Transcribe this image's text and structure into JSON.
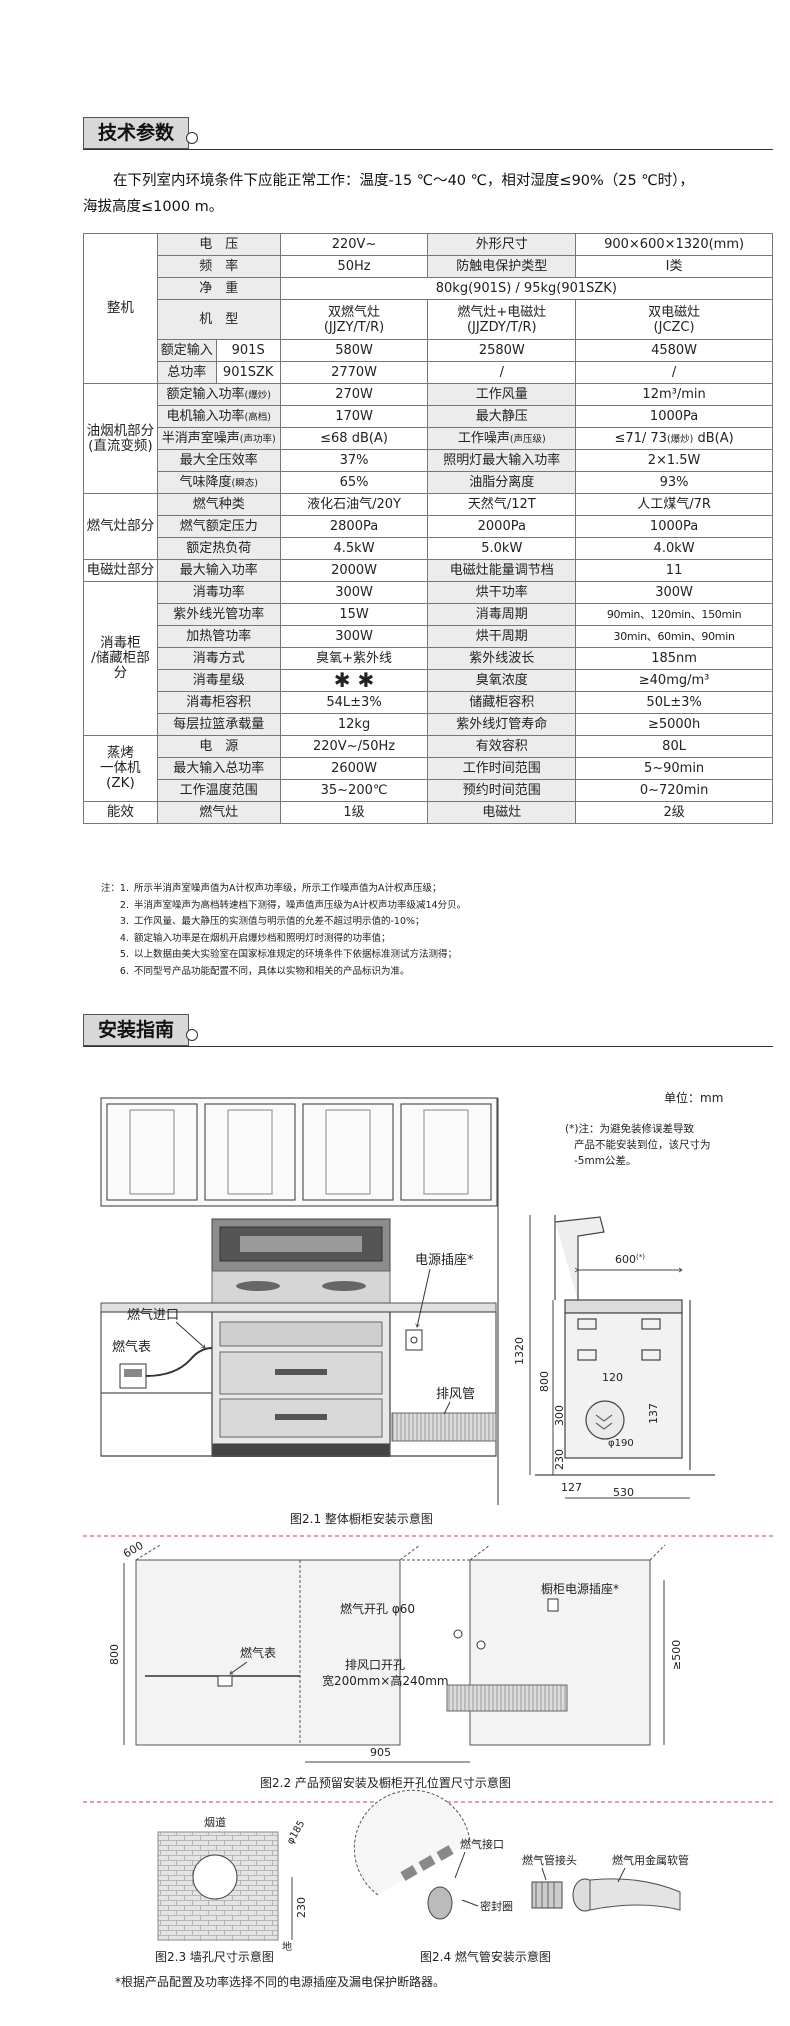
{
  "sections": {
    "tech_title": "技术参数",
    "install_title": "安装指南"
  },
  "intro": {
    "line1": "在下列室内环境条件下应能正常工作：温度-15 ℃～40 ℃，相对湿度≤90%（25 ℃时），",
    "line2": "海拔高度≤1000 m。"
  },
  "table": {
    "g_whole": "整机",
    "g_hood": "油烟机部分",
    "g_hood2": "(直流变频)",
    "g_gas": "燃气灶部分",
    "g_ind": "电磁灶部分",
    "g_cab": "消毒柜",
    "g_cab2": "/储藏柜部分",
    "g_steam1": "蒸烤",
    "g_steam2": "一体机",
    "g_steam3": "(ZK)",
    "g_eff": "能效",
    "r1": [
      "电　压",
      "220V~",
      "外形尺寸",
      "900×600×1320(mm)"
    ],
    "r2": [
      "频　率",
      "50Hz",
      "防触电保护类型",
      "I类"
    ],
    "r3": [
      "净　重",
      "80kg(901S) / 95kg(901SZK)"
    ],
    "r4": [
      "机　型",
      "双燃气灶",
      "(JJZY/T/R)",
      "燃气灶+电磁灶",
      "(JJZDY/T/R)",
      "双电磁灶",
      "(JCZC)"
    ],
    "r5": [
      "额定输入",
      "901S",
      "580W",
      "2580W",
      "4580W"
    ],
    "r6": [
      "总功率",
      "901SZK",
      "2770W",
      "/",
      "/"
    ],
    "h1": [
      "额定输入功率",
      "(爆炒)",
      "270W",
      "工作风量",
      "12m³/min"
    ],
    "h2": [
      "电机输入功率",
      "(高档)",
      "170W",
      "最大静压",
      "1000Pa"
    ],
    "h3": [
      "半消声室噪声",
      "(声功率)",
      "≤68 dB(A)",
      "工作噪声",
      "(声压级)",
      "≤71/ 73",
      "(爆炒)",
      " dB(A)"
    ],
    "h4": [
      "最大全压效率",
      "37%",
      "照明灯最大输入功率",
      "2×1.5W"
    ],
    "h5": [
      "气味降度",
      "(瞬态)",
      "65%",
      "油脂分离度",
      "93%"
    ],
    "s1": [
      "燃气种类",
      "液化石油气/20Y",
      "天然气/12T",
      "人工煤气/7R"
    ],
    "s2": [
      "燃气额定压力",
      "2800Pa",
      "2000Pa",
      "1000Pa"
    ],
    "s3": [
      "额定热负荷",
      "4.5kW",
      "5.0kW",
      "4.0kW"
    ],
    "e1": [
      "最大输入功率",
      "2000W",
      "电磁灶能量调节档",
      "11"
    ],
    "c1": [
      "消毒功率",
      "300W",
      "烘干功率",
      "300W"
    ],
    "c2": [
      "紫外线光管功率",
      "15W",
      "消毒周期",
      "90min、120min、150min"
    ],
    "c3": [
      "加热管功率",
      "300W",
      "烘干周期",
      "30min、60min、90min"
    ],
    "c4": [
      "消毒方式",
      "臭氧+紫外线",
      "紫外线波长",
      "185nm"
    ],
    "c5": [
      "消毒星级",
      "✱ ✱",
      "臭氧浓度",
      "≥40mg/m³"
    ],
    "c6": [
      "消毒柜容积",
      "54L±3%",
      "储藏柜容积",
      "50L±3%"
    ],
    "c7": [
      "每层拉篮承载量",
      "12kg",
      "紫外线灯管寿命",
      "≥5000h"
    ],
    "z1": [
      "电　源",
      "220V~/50Hz",
      "有效容积",
      "80L"
    ],
    "z2": [
      "最大输入总功率",
      "2600W",
      "工作时间范围",
      "5~90min"
    ],
    "z3": [
      "工作温度范围",
      "35~200℃",
      "预约时间范围",
      "0~720min"
    ],
    "f1": [
      "燃气灶",
      "1级",
      "电磁灶",
      "2级"
    ]
  },
  "notes": [
    [
      "注：1.",
      "所示半消声室噪声值为A计权声功率级，所示工作噪声值为A计权声压级；"
    ],
    [
      "2.",
      "半消声室噪声为高档转速档下测得，噪声值声压级为A计权声功率级减14分贝。"
    ],
    [
      "3.",
      "工作风量、最大静压的实测值与明示值的允差不超过明示值的-10%；"
    ],
    [
      "4.",
      "额定输入功率是在烟机开启爆炒档和照明灯时测得的功率值；"
    ],
    [
      "5.",
      "以上数据由美大实验室在国家标准规定的环境条件下依据标准测试方法测得；"
    ],
    [
      "6.",
      "不同型号产品功能配置不同，具体以实物和相关的产品标识为准。"
    ]
  ],
  "install": {
    "unit": "单位：mm",
    "note1": "(*)注：为避免装修误差导致",
    "note2": "产品不能安装到位，该尺寸为",
    "note3": "-5mm公差。",
    "gas_inlet": "燃气进口",
    "gas_meter": "燃气表",
    "socket": "电源插座*",
    "exhaust": "排风管",
    "dim_600": "600",
    "dim_600_sup": "(*)",
    "dim_1320": "1320",
    "dim_800": "800",
    "dim_300": "300",
    "dim_230": "230",
    "dim_120": "120",
    "dim_137": "137",
    "dim_190": "φ190",
    "dim_127": "127",
    "dim_530": "530",
    "fig21": "图2.1  整体橱柜安装示意图",
    "cab_socket": "橱柜电源插座*",
    "gas_hole": "燃气开孔 φ60",
    "meter2": "燃气表",
    "vent1": "排风口开孔",
    "vent2": "宽200mm×高240mm",
    "d600": "600",
    "d800": "800",
    "d500": "≥500",
    "d905": "905",
    "fig22": "图2.2  产品预留安装及橱柜开孔位置尺寸示意图",
    "flue": "烟道",
    "phi185": "φ185",
    "d230": "230",
    "ground": "地",
    "fig23": "图2.3 墙孔尺寸示意图",
    "gas_port": "燃气接口",
    "seal": "密封圈",
    "hose_joint": "燃气管接头",
    "hose": "燃气用金属软管",
    "fig24": "图2.4 燃气管安装示意图",
    "footnote": "*根据产品配置及功率选择不同的电源插座及漏电保护断路器。"
  }
}
